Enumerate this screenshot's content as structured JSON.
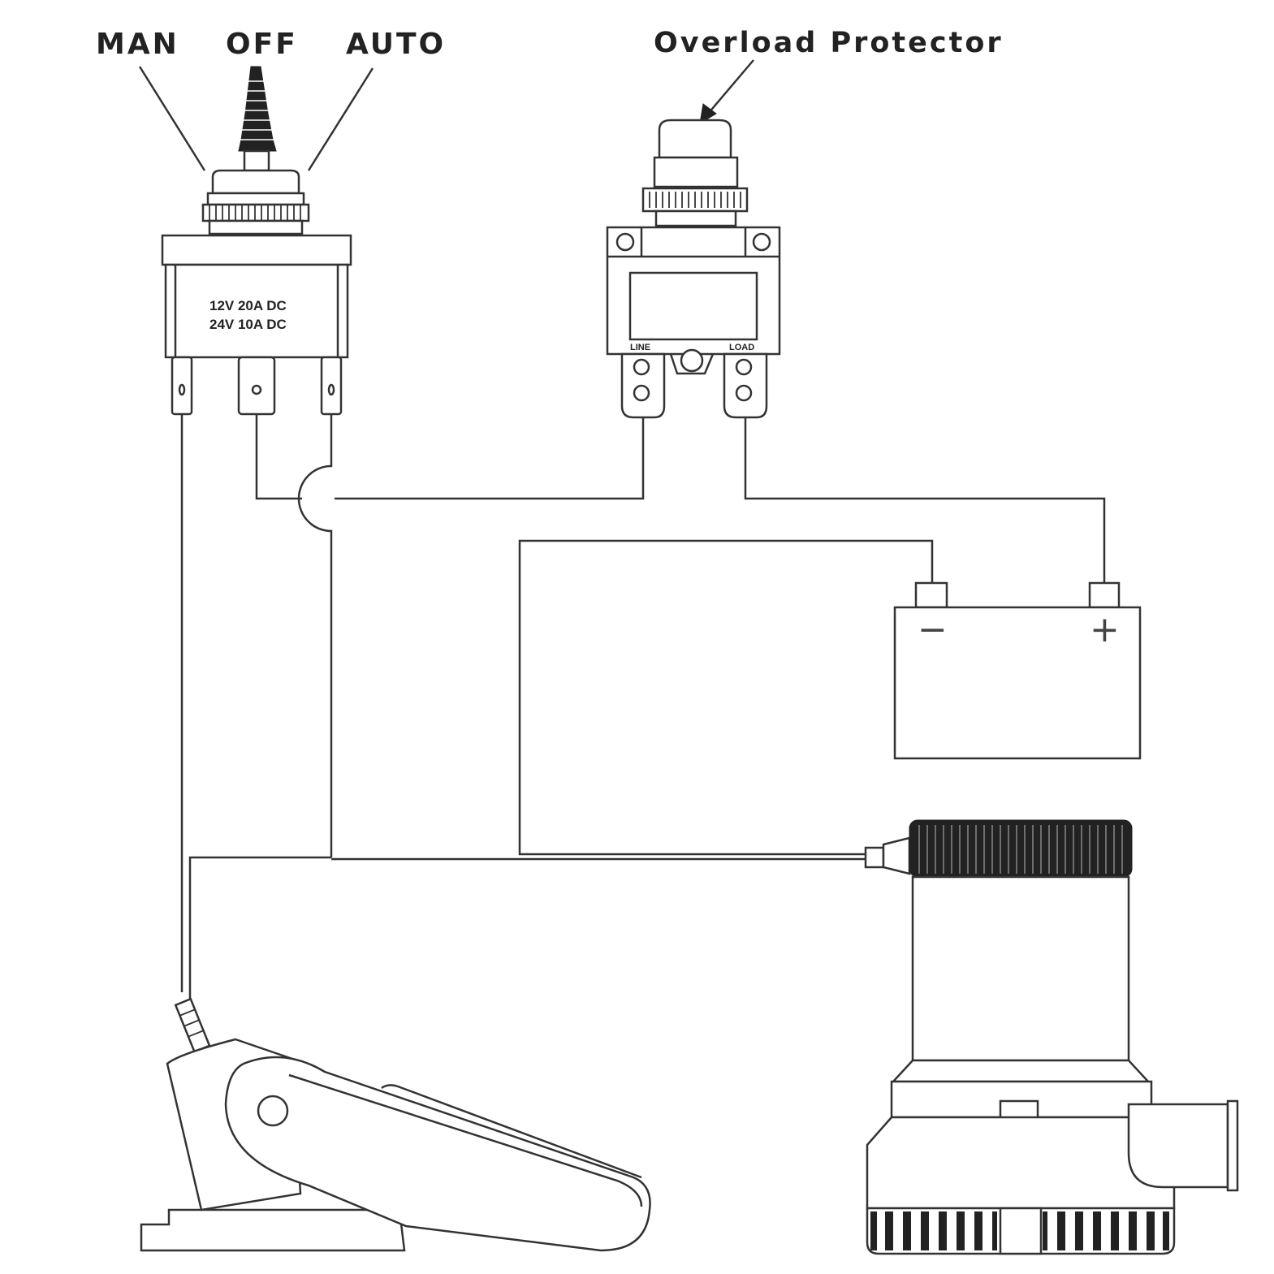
{
  "switch": {
    "labels": [
      "MAN",
      "OFF",
      "AUTO"
    ],
    "rating_line1": "12V  20A  DC",
    "rating_line2": "24V  10A  DC"
  },
  "protector": {
    "title": "Overload Protector",
    "terminal_left": "LINE",
    "terminal_right": "LOAD"
  },
  "battery": {
    "negative": "−",
    "positive": "+"
  }
}
